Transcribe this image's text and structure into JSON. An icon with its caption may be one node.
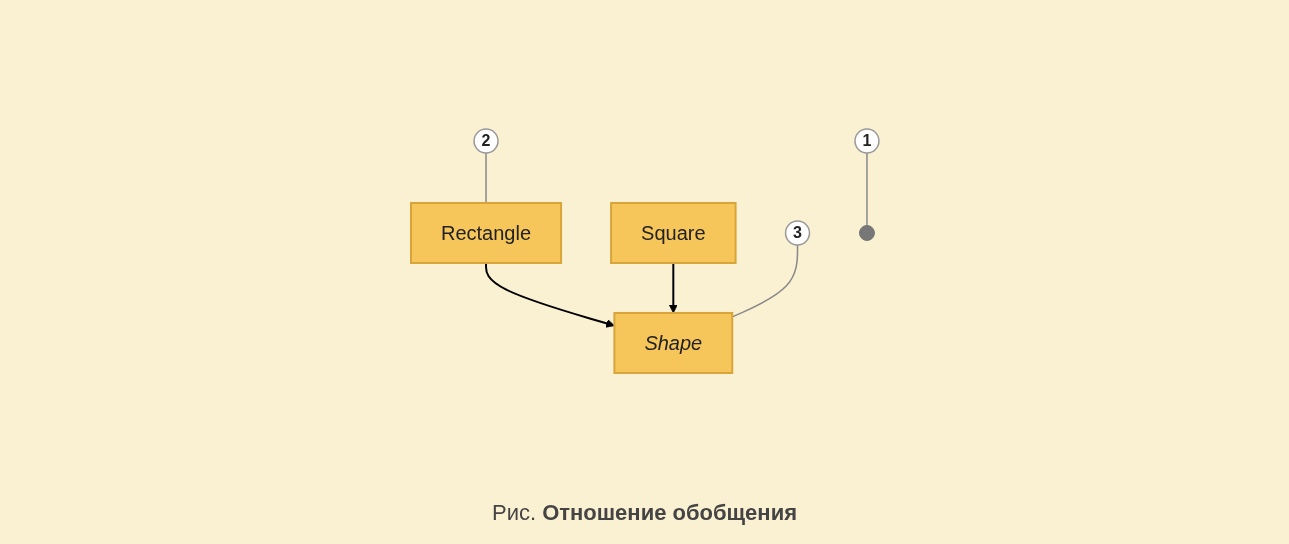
{
  "diagram": {
    "caption": "Рис. **Отношение обобщения**",
    "nodes": [
      {
        "text": [
          "Shape"
        ]
      },
      {
        "text": [
          "Rectangle"
        ]
      },
      {
        "text": [
          "Square"
        ]
      },
      {
        "text": [
          "1"
        ]
      },
      {
        "text": [
          "2"
        ]
      },
      {
        "text": [
          "3"
        ]
      },
      {
        "text": [],
        "shape": "circle"
      }
    ],
    "edges": [
      {
        "from": 1,
        "to": 0,
        "arrow": "to",
        "color": "#000000"
      },
      {
        "from": 2,
        "to": 0,
        "arrow": "to",
        "color": "#000000"
      },
      {
        "from": 3,
        "to": 6,
        "arrow": "none"
      },
      {
        "from": 4,
        "to": 1,
        "arrow": "none"
      },
      {
        "from": 5,
        "to": 0,
        "arrow": "none"
      }
    ]
  }
}
